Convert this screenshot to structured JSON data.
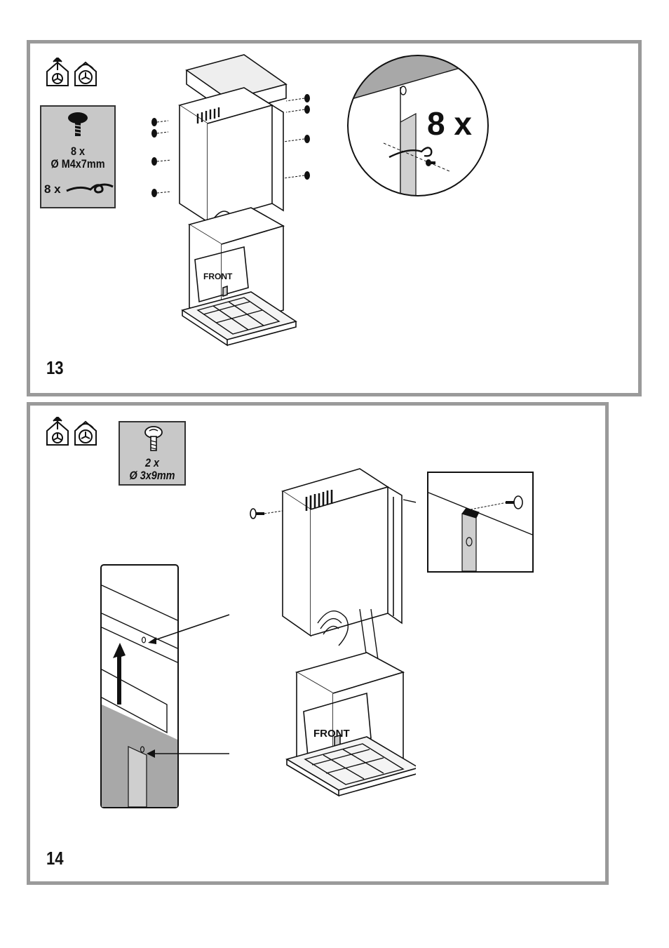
{
  "step13": {
    "number": "13",
    "hardware": {
      "screw_count": "8 x",
      "screw_spec": "Ø M4x7mm",
      "clip_count": "8 x"
    },
    "detail_count": "8 x",
    "front_label": "FRONT"
  },
  "step14": {
    "number": "14",
    "hardware": {
      "screw_count": "2 x",
      "screw_spec": "Ø 3x9mm"
    },
    "front_label": "FRONT"
  },
  "icons": [
    "extraction-mode-icon",
    "recirculation-mode-icon",
    "screw-icon",
    "spring-clip-icon",
    "arrow-up-icon"
  ],
  "colors": {
    "frame": "#9a9a9a",
    "hardware_box": "#c8c8c8",
    "ink": "#111111"
  }
}
